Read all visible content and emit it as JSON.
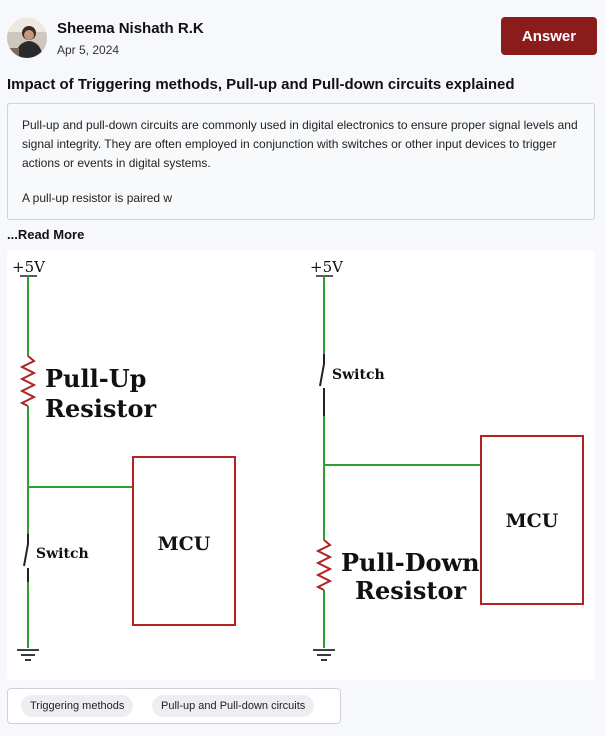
{
  "post": {
    "author": "Sheema Nishath R.K",
    "date": "Apr 5, 2024",
    "answer_label": "Answer",
    "title": "Impact of Triggering methods, Pull-up and Pull-down circuits explained",
    "excerpt_p1": "Pull-up and pull-down circuits are commonly used in digital electronics to ensure proper signal levels and signal integrity. They are often employed in conjunction with switches or other input devices to trigger actions or events in digital systems.",
    "excerpt_p2": "A pull-up resistor is paired w",
    "read_more": "...Read More"
  },
  "diagram": {
    "left": {
      "supply": "+5V",
      "resistor_line1": "Pull-Up",
      "resistor_line2": "Resistor",
      "switch": "Switch",
      "mcu": "MCU"
    },
    "right": {
      "supply": "+5V",
      "switch": "Switch",
      "resistor_line1": "Pull-Down",
      "resistor_line2": "Resistor",
      "mcu": "MCU"
    },
    "colors": {
      "wire": "#2e9e2e",
      "component": "#b22222",
      "ground": "#222222"
    }
  },
  "tags": [
    "Triggering methods",
    "Pull-up and Pull-down circuits"
  ],
  "icons": {
    "avatar": "user-avatar-photo"
  }
}
